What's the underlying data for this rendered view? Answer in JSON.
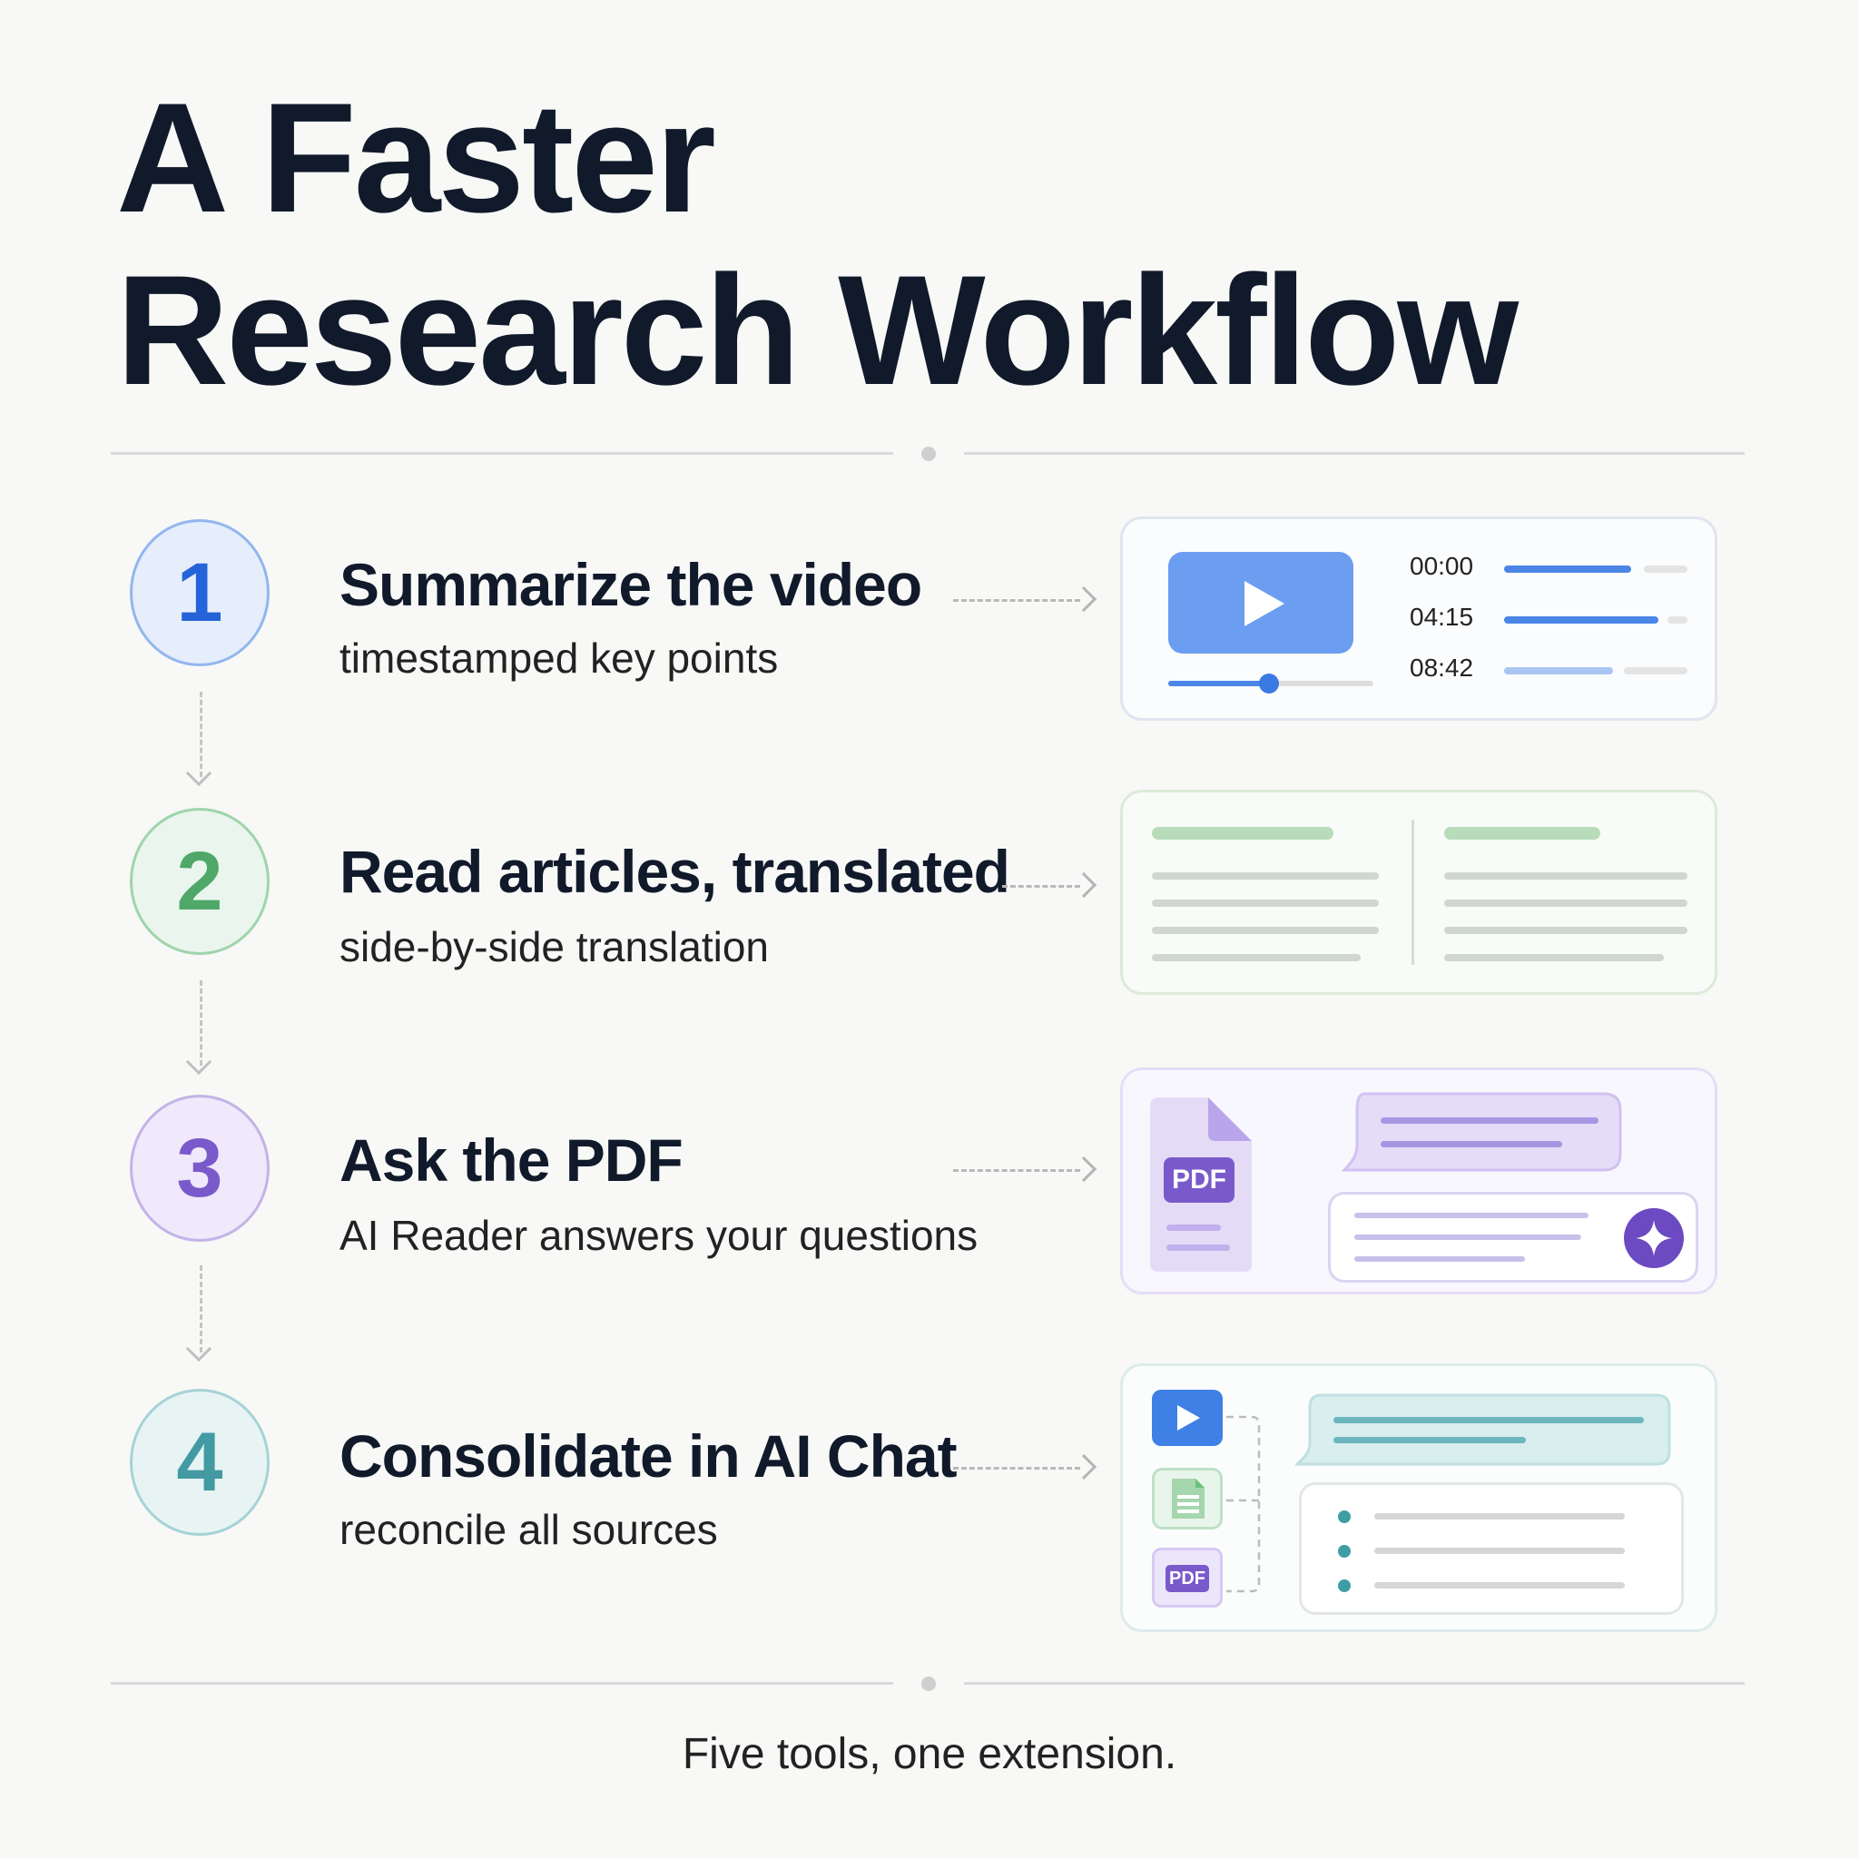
{
  "title": {
    "line1": "A Faster",
    "line2": "Research Workflow"
  },
  "steps": [
    {
      "number": "1",
      "title": "Summarize the video",
      "subtitle": "timestamped key points",
      "color": "#3b7ae0"
    },
    {
      "number": "2",
      "title": "Read articles, translated",
      "subtitle": "side-by-side translation",
      "color": "#5fb27a"
    },
    {
      "number": "3",
      "title": "Ask the PDF",
      "subtitle": "AI Reader answers your questions",
      "color": "#8466cf"
    },
    {
      "number": "4",
      "title": "Consolidate in AI Chat",
      "subtitle": "reconcile all sources",
      "color": "#4d9fa8"
    }
  ],
  "video_card": {
    "timestamps": [
      "00:00",
      "04:15",
      "08:42"
    ],
    "playback_progress": 0.49
  },
  "pdf_card": {
    "badge": "PDF"
  },
  "chat_card": {
    "pdf_badge": "PDF"
  },
  "footer": "Five tools, one extension."
}
